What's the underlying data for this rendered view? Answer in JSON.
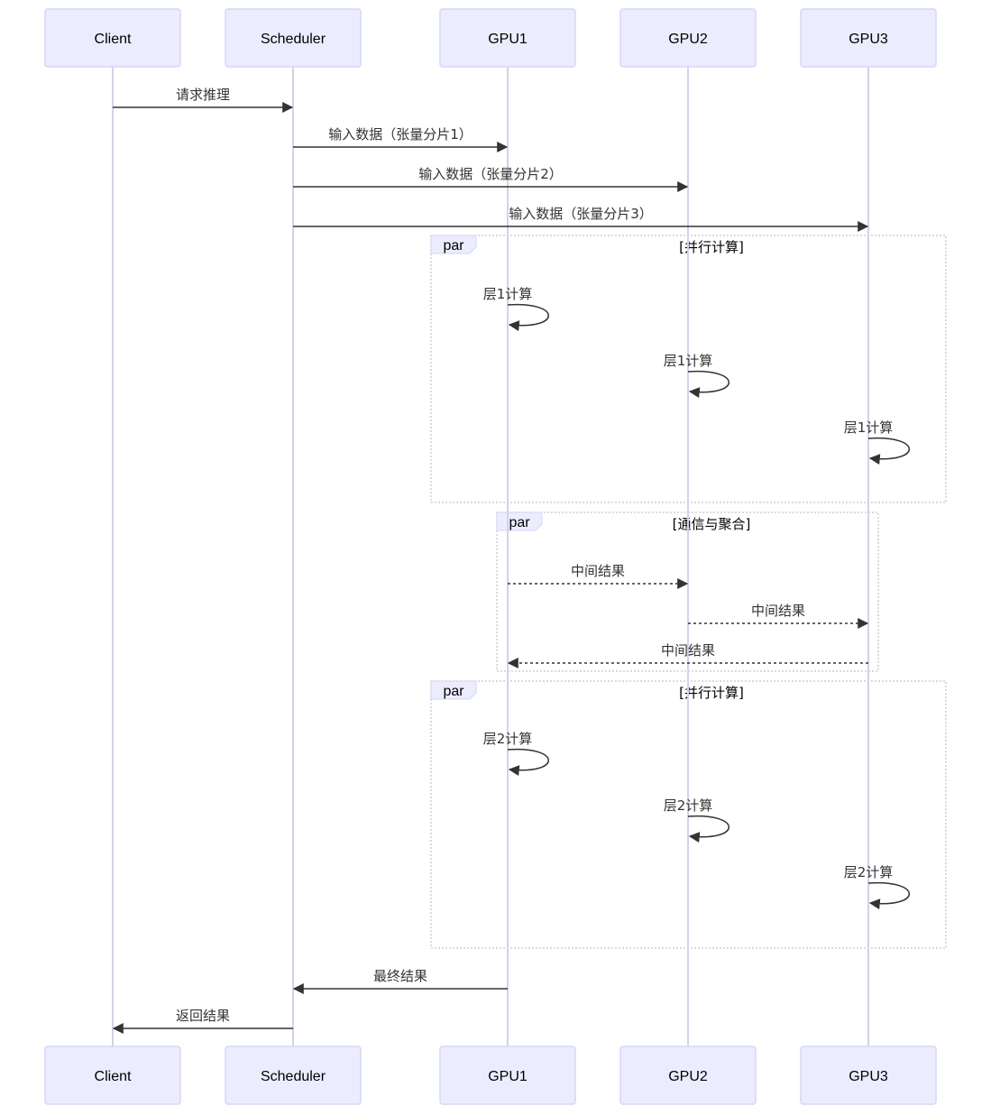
{
  "actors": [
    {
      "id": "client",
      "label": "Client"
    },
    {
      "id": "scheduler",
      "label": "Scheduler"
    },
    {
      "id": "gpu1",
      "label": "GPU1"
    },
    {
      "id": "gpu2",
      "label": "GPU2"
    },
    {
      "id": "gpu3",
      "label": "GPU3"
    }
  ],
  "messages": [
    {
      "from": "client",
      "to": "scheduler",
      "text": "请求推理",
      "style": "solid"
    },
    {
      "from": "scheduler",
      "to": "gpu1",
      "text": "输入数据（张量分片1）",
      "style": "solid"
    },
    {
      "from": "scheduler",
      "to": "gpu2",
      "text": "输入数据（张量分片2）",
      "style": "solid"
    },
    {
      "from": "scheduler",
      "to": "gpu3",
      "text": "输入数据（张量分片3）",
      "style": "solid"
    },
    {
      "from": "gpu1",
      "to": "gpu1",
      "text": "层1计算",
      "style": "solid"
    },
    {
      "from": "gpu2",
      "to": "gpu2",
      "text": "层1计算",
      "style": "solid"
    },
    {
      "from": "gpu3",
      "to": "gpu3",
      "text": "层1计算",
      "style": "solid"
    },
    {
      "from": "gpu1",
      "to": "gpu2",
      "text": "中间结果",
      "style": "dotted"
    },
    {
      "from": "gpu2",
      "to": "gpu3",
      "text": "中间结果",
      "style": "dotted"
    },
    {
      "from": "gpu3",
      "to": "gpu1",
      "text": "中间结果",
      "style": "dotted"
    },
    {
      "from": "gpu1",
      "to": "gpu1",
      "text": "层2计算",
      "style": "solid"
    },
    {
      "from": "gpu2",
      "to": "gpu2",
      "text": "层2计算",
      "style": "solid"
    },
    {
      "from": "gpu3",
      "to": "gpu3",
      "text": "层2计算",
      "style": "solid"
    },
    {
      "from": "gpu1",
      "to": "scheduler",
      "text": "最终结果",
      "style": "solid"
    },
    {
      "from": "scheduler",
      "to": "client",
      "text": "返回结果",
      "style": "solid"
    }
  ],
  "blocks": [
    {
      "kind": "par",
      "condition": "[并行计算]",
      "first_message": 4,
      "last_message": 6
    },
    {
      "kind": "par",
      "condition": "[通信与聚合]",
      "first_message": 7,
      "last_message": 9
    },
    {
      "kind": "par",
      "condition": "[并行计算]",
      "first_message": 10,
      "last_message": 12
    }
  ],
  "colors": {
    "actor_fill": "#ececff",
    "actor_border": "#d6d6f7",
    "lifeline": "#d2d2ea",
    "message_line": "#333333",
    "frame_border": "#cfcfcf"
  }
}
